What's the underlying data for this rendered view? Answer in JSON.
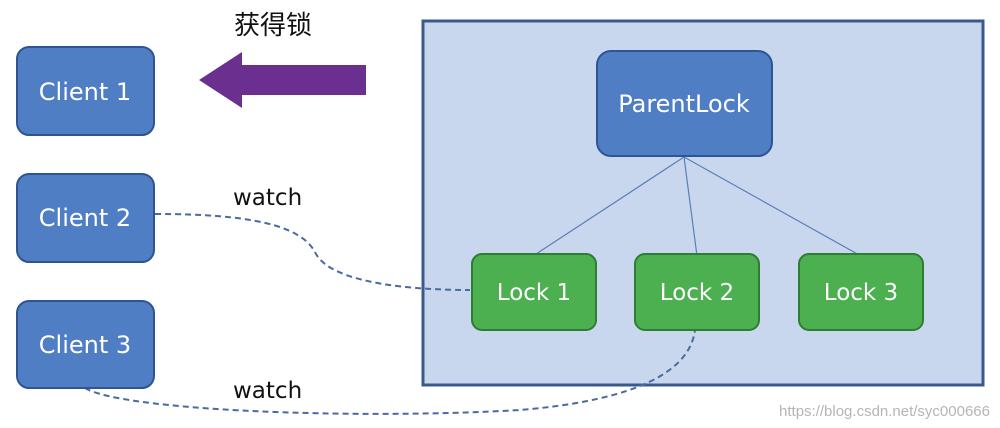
{
  "clients": [
    {
      "label": "Client 1"
    },
    {
      "label": "Client 2"
    },
    {
      "label": "Client 3"
    }
  ],
  "acquire_label": "获得锁",
  "watch_labels": [
    "watch",
    "watch"
  ],
  "parent_lock": {
    "label": "ParentLock"
  },
  "locks": [
    {
      "label": "Lock 1"
    },
    {
      "label": "Lock 2"
    },
    {
      "label": "Lock 3"
    }
  ],
  "watermark": "https://blog.csdn.net/syc000666",
  "colors": {
    "client_fill": "#4f7ec4",
    "client_stroke": "#2e5591",
    "parent_fill": "#4f7ec4",
    "lock_fill": "#4caf50",
    "lock_stroke": "#2e7d32",
    "container_fill": "#c9d7ee",
    "container_stroke": "#3a5a8c",
    "arrow": "#6b2f8f",
    "dashed": "#4a6aa0",
    "tree_line": "#5c7fb5"
  }
}
